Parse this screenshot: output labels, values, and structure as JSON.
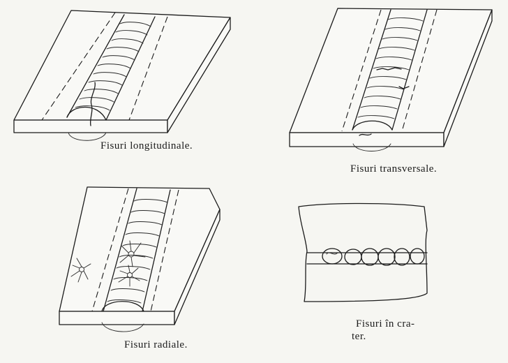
{
  "captions": {
    "longitudinal": "Fisuri longitudinale.",
    "transverse": "Fisuri transversale.",
    "radial": "Fisuri radiale.",
    "crater_line1": "Fisuri în cra-",
    "crater_line2": "ter."
  }
}
